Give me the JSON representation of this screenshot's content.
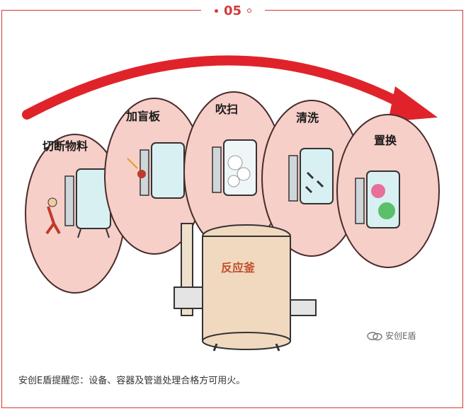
{
  "header": {
    "step_number": "05"
  },
  "stages": [
    {
      "label": "切断物料"
    },
    {
      "label": "加盲板"
    },
    {
      "label": "吹扫"
    },
    {
      "label": "清洗"
    },
    {
      "label": "置换"
    }
  ],
  "reactor": {
    "label": "反应釜"
  },
  "watermark": {
    "text": "安创E盾"
  },
  "caption": {
    "text": "安创E盾提醒您：设备、容器及管道处理合格方可用火。"
  },
  "colors": {
    "accent": "#d23a3a",
    "bubble": "#f6cfc8",
    "tank": "#d8f0f2",
    "reactor": "#f1d9c0"
  }
}
